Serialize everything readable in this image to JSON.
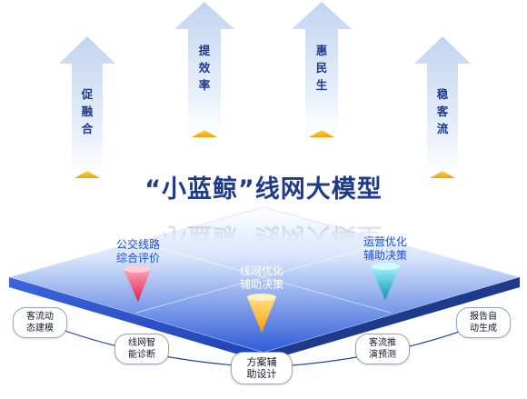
{
  "title": "“小蓝鲸”线网大模型",
  "arrows": [
    {
      "label": "促融合"
    },
    {
      "label": "提效率"
    },
    {
      "label": "惠民生"
    },
    {
      "label": "稳客流"
    }
  ],
  "caps": [
    {
      "line1": "公交线路",
      "line2": "综合评价"
    },
    {
      "line1": "线网优化",
      "line2": "辅助决策"
    },
    {
      "line1": "运营优化",
      "line2": "辅助决策"
    }
  ],
  "modules": [
    {
      "line1": "客流动",
      "line2": "态建模"
    },
    {
      "line1": "线网智",
      "line2": "能诊断"
    },
    {
      "line1": "方案辅",
      "line2": "助设计"
    },
    {
      "line1": "客流推",
      "line2": "演预测"
    },
    {
      "line1": "报告自",
      "line2": "动生成"
    }
  ],
  "colors": {
    "title": "#1e3a8a",
    "arrow_top": "#c7d7f2",
    "arrow_tip": "#f5b400",
    "platform_top": "#e5edfb",
    "platform_bottom": "#2e5bd8",
    "cone_red": "#e11d48",
    "cone_orange": "#f59e0b",
    "cone_cyan": "#06b6d4"
  }
}
